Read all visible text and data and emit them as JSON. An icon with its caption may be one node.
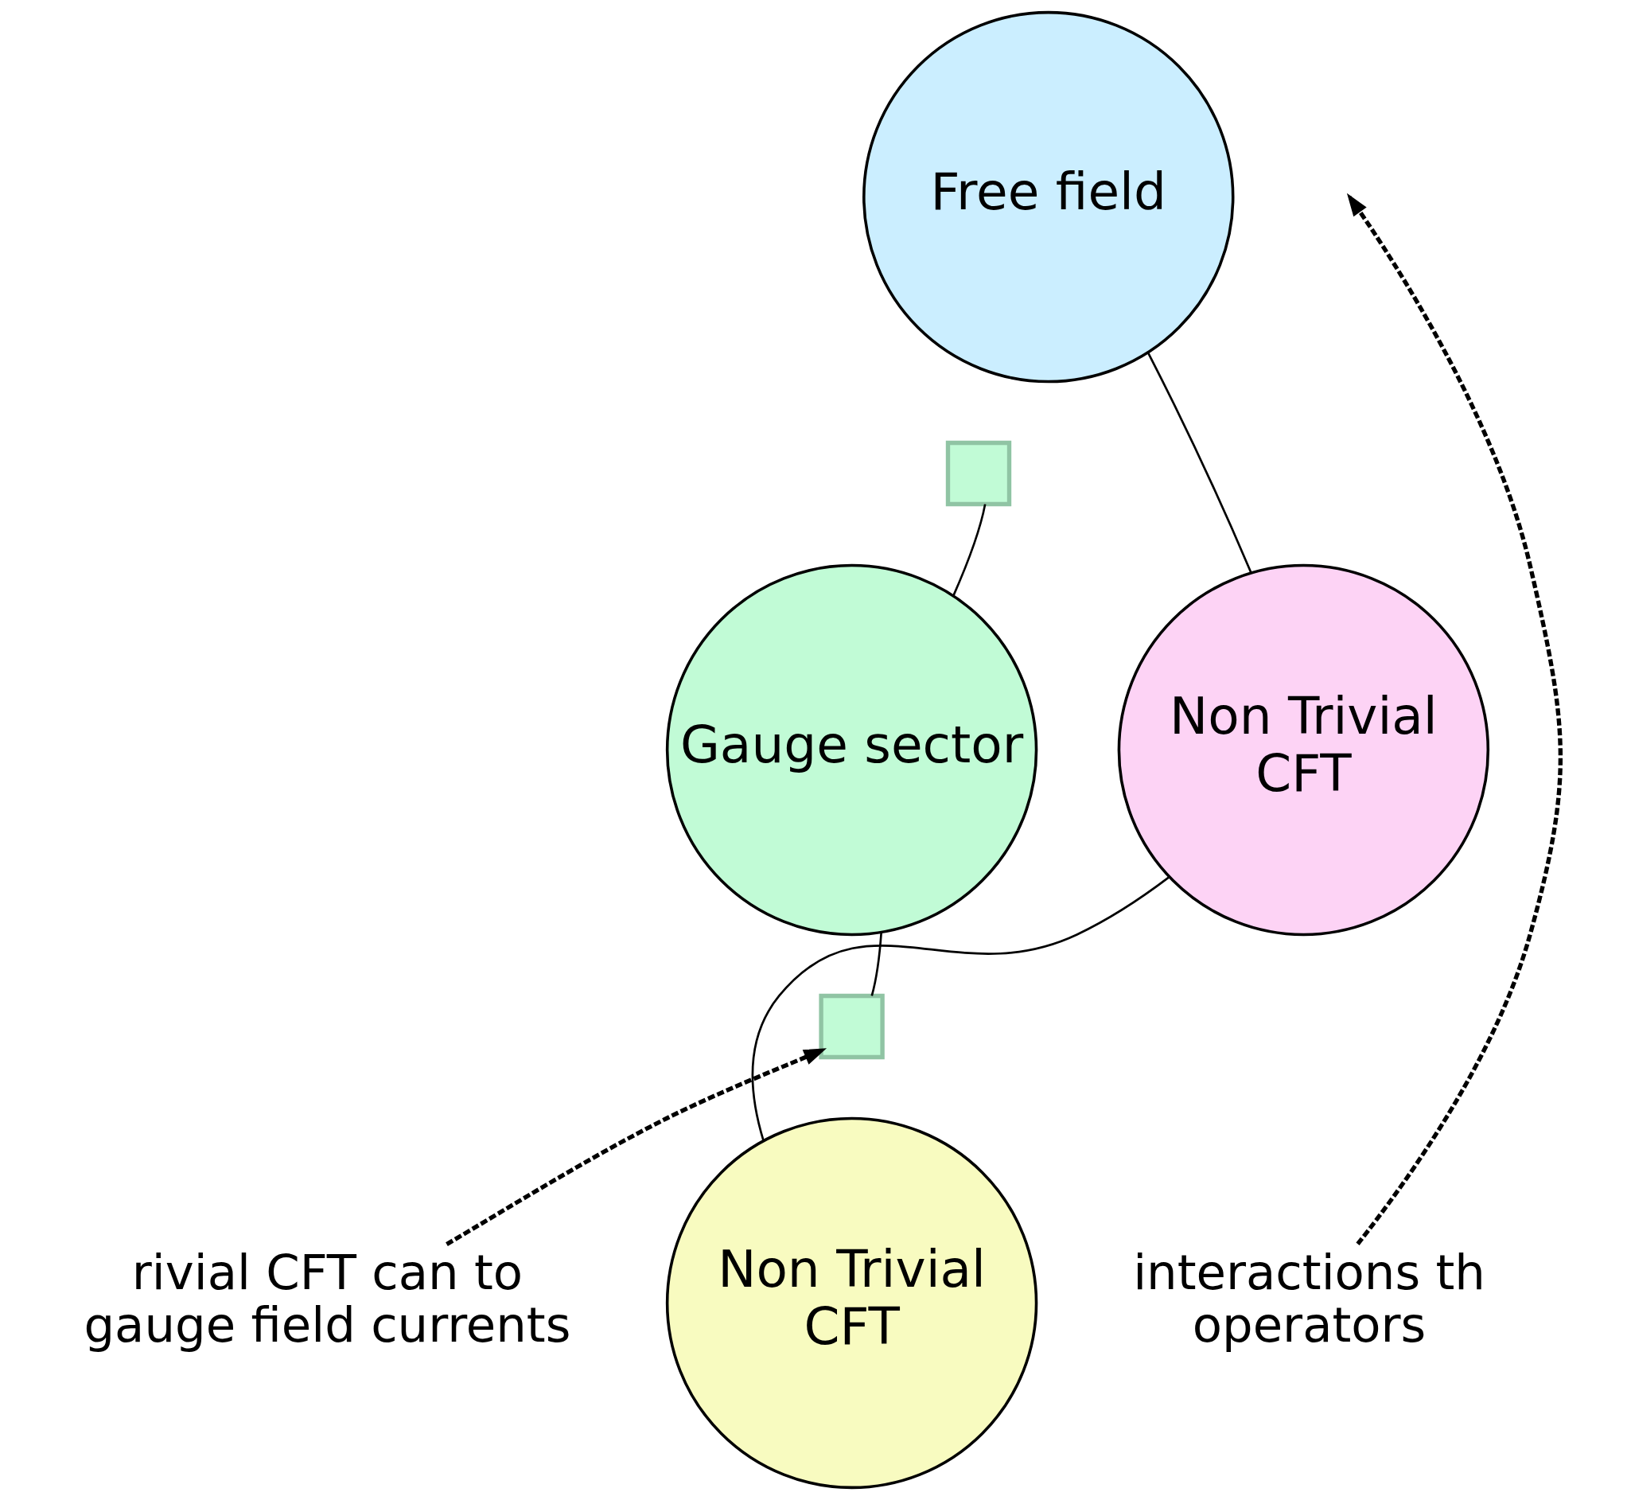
{
  "diagram": {
    "nodes": [
      {
        "text": [
          "Free field"
        ]
      },
      {
        "text": [
          "Gauge sector"
        ]
      },
      {
        "text": [
          "Non Trivial CFT"
        ]
      },
      {
        "text": [
          "Non Trivial CFT"
        ]
      },
      {
        "text": [],
        "shape": "box"
      },
      {
        "text": [],
        "shape": "box"
      },
      {
        "text": [
          "rivial CFT can to gauge field currents"
        ]
      },
      {
        "text": [
          "interactions th operators"
        ]
      }
    ],
    "edges": [
      {
        "from": 1,
        "to": 4,
        "arrow": "none"
      },
      {
        "from": 0,
        "to": 2,
        "arrow": "none"
      },
      {
        "from": 1,
        "to": 5,
        "arrow": "none"
      },
      {
        "from": 2,
        "to": 3,
        "arrow": "none"
      },
      {
        "from": 6,
        "to": 5,
        "arrow": "to",
        "style": "dashed"
      },
      {
        "from": 7,
        "to": null,
        "arrow": "to",
        "style": "dashed"
      }
    ]
  }
}
